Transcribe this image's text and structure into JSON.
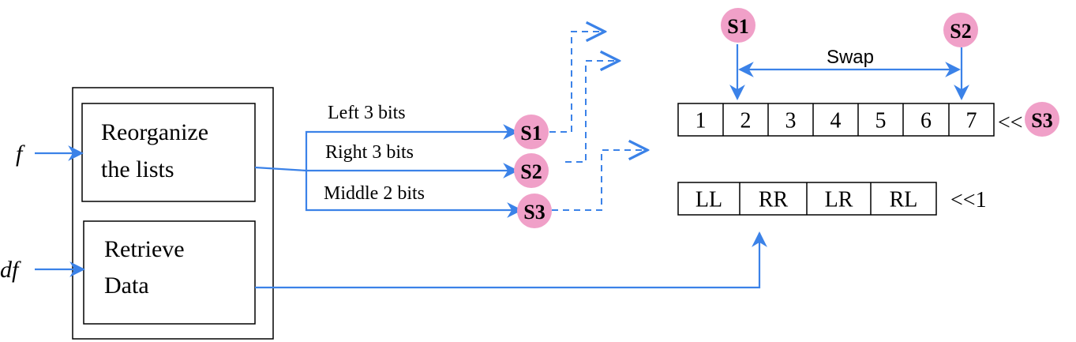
{
  "inputs": {
    "f": "f",
    "df": "df"
  },
  "blocks": {
    "reorganize": [
      "Reorganize",
      "the lists"
    ],
    "retrieve": [
      "Retrieve",
      "Data"
    ]
  },
  "branches": {
    "left": "Left 3 bits",
    "right": "Right 3 bits",
    "middle": "Middle 2 bits"
  },
  "signals": {
    "s1": "S1",
    "s2": "S2",
    "s3": "S3"
  },
  "swap_label": "Swap",
  "number_cells": [
    "1",
    "2",
    "3",
    "4",
    "5",
    "6",
    "7"
  ],
  "number_shift_prefix": "<<",
  "pair_cells": [
    "LL",
    "RR",
    "LR",
    "RL"
  ],
  "pair_shift": "<<1",
  "colors": {
    "arrow": "#3b82e8",
    "badge": "#f0a0c8",
    "line": "#000000"
  }
}
